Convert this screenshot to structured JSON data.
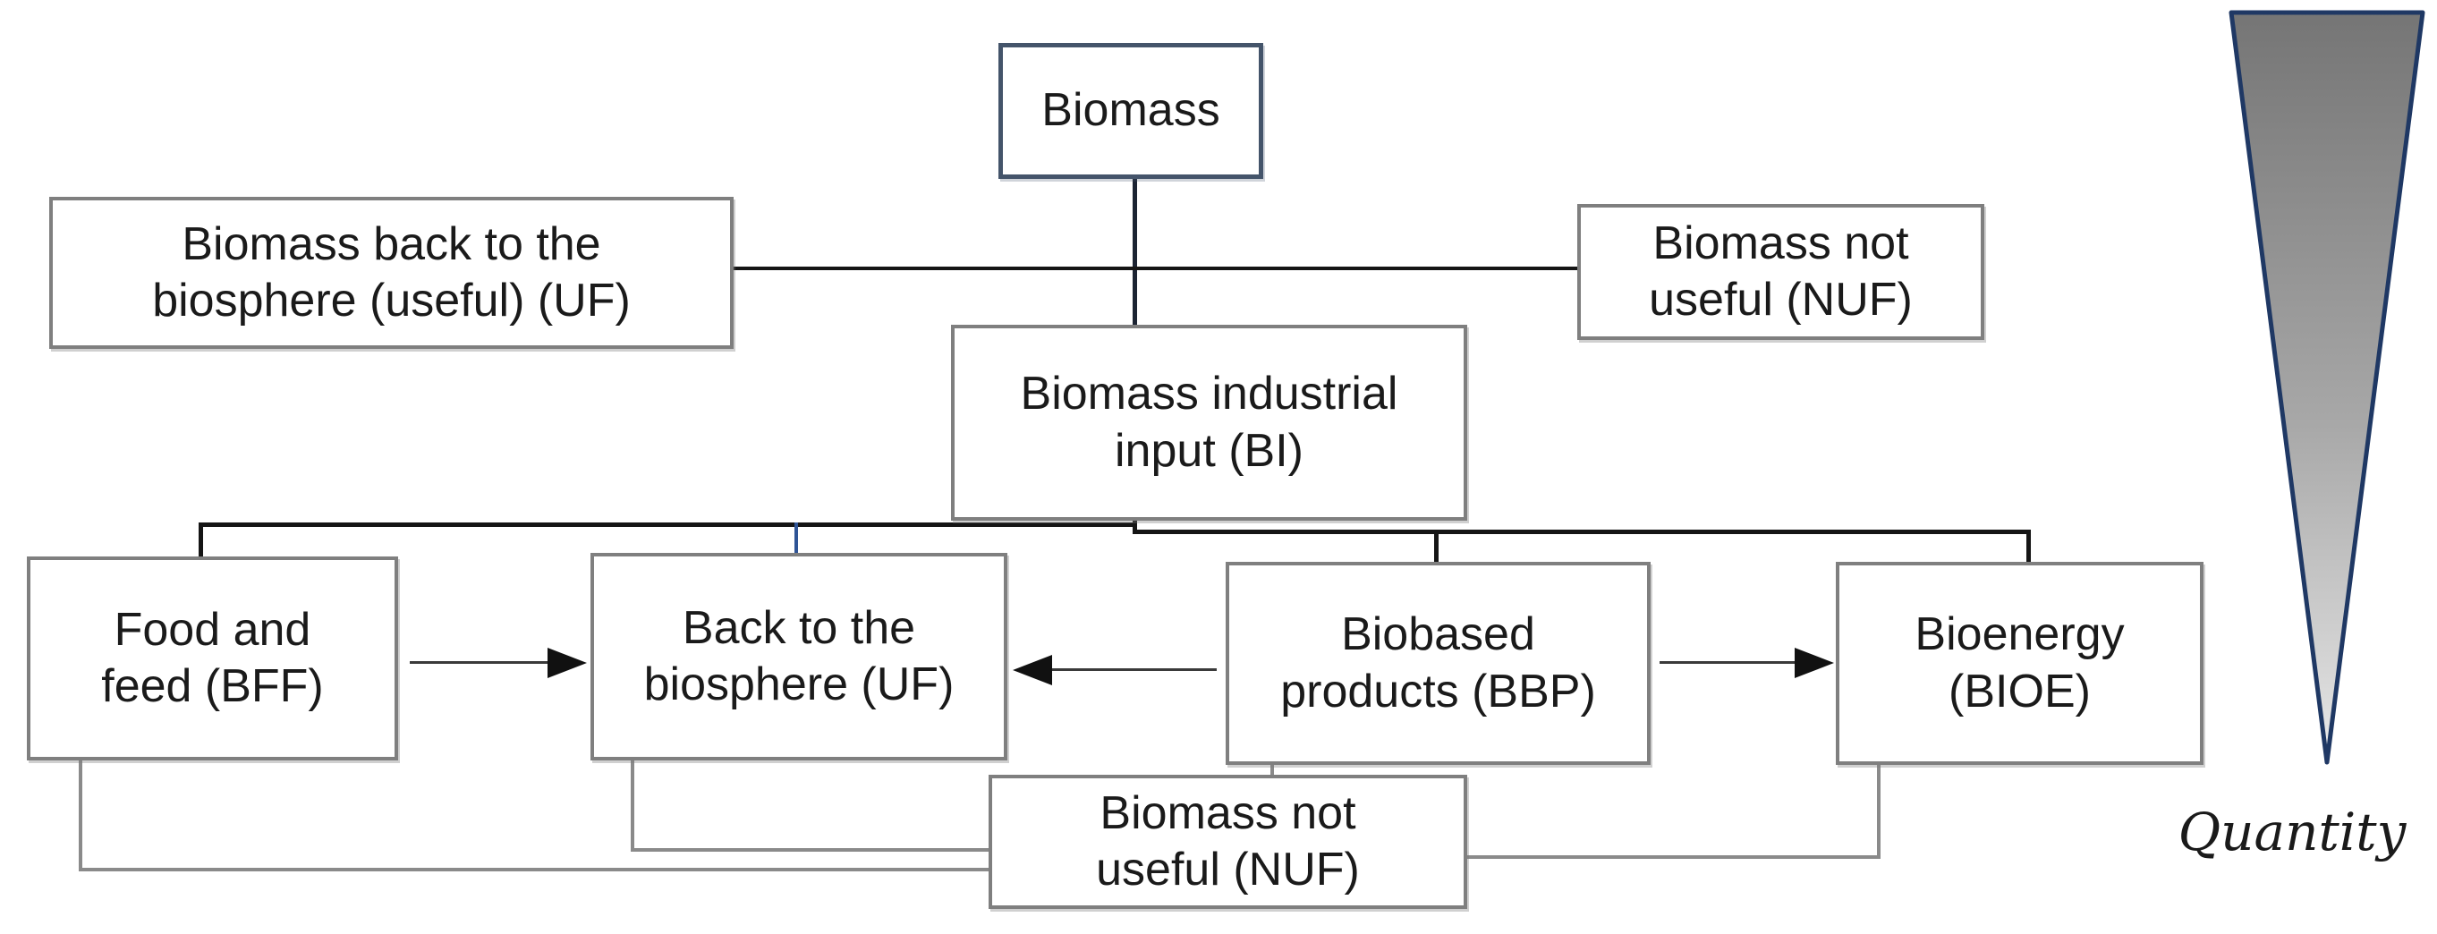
{
  "diagram": {
    "nodes": {
      "biomass": "Biomass",
      "uf_top": "Biomass back to the\nbiosphere (useful) (UF)",
      "nuf_top": "Biomass not\nuseful (NUF)",
      "bi": "Biomass industrial\ninput (BI)",
      "bff": "Food and\nfeed (BFF)",
      "uf": "Back to the\nbiosphere (UF)",
      "bbp": "Biobased\nproducts (BBP)",
      "bioe": "Bioenergy\n(BIOE)",
      "nuf_bottom": "Biomass not\nuseful (NUF)"
    },
    "legend": {
      "quantity": "Quantity"
    },
    "colors": {
      "biomass_box_border": "#44546a",
      "gray_box_border": "#7f7f7f",
      "black_connector": "#151515",
      "blue_connector": "#2f5496",
      "gray_connector": "#8a8a8a",
      "arrow": "#111111",
      "triangle_border": "#1f3864",
      "triangle_fill_top": "#757575",
      "triangle_fill_bottom": "#e8e8e8",
      "text": "#1a1a1a",
      "background": "#ffffff"
    }
  }
}
